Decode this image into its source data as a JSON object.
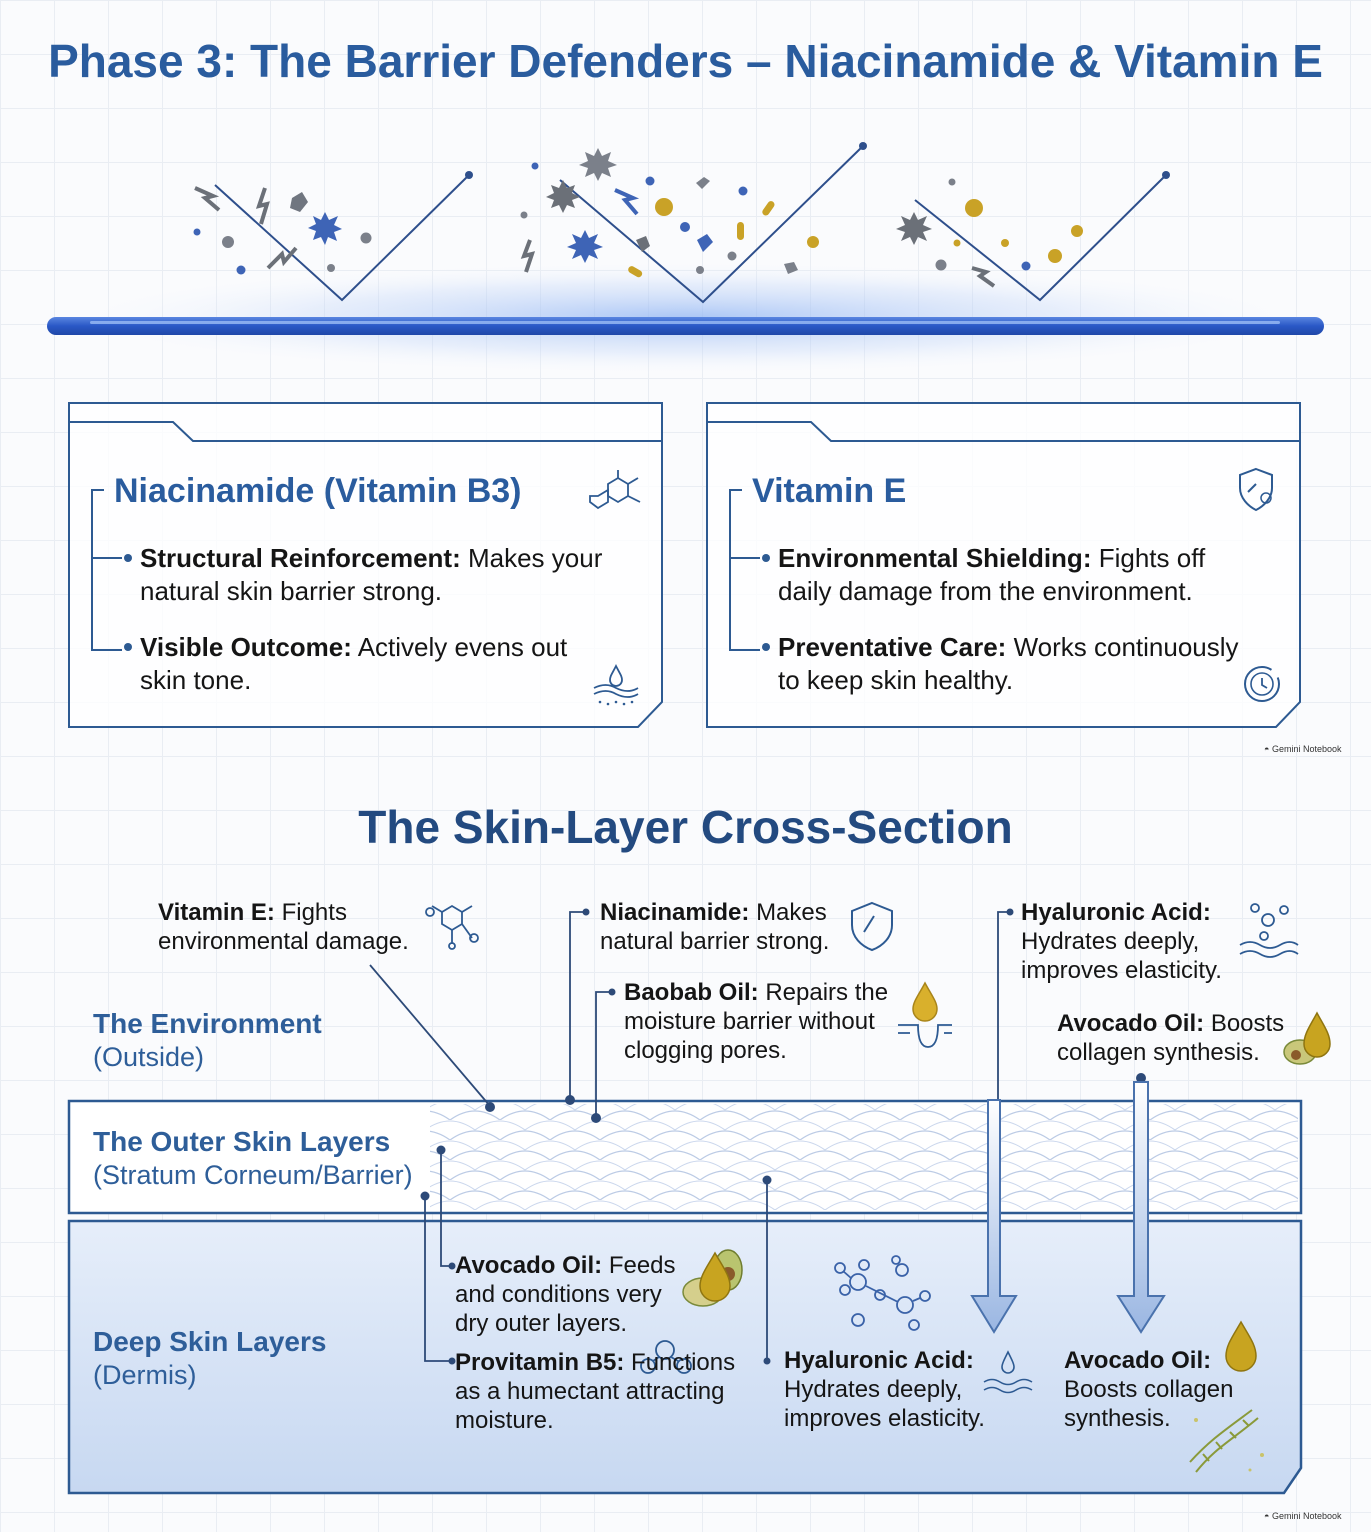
{
  "header": {
    "title": "Phase 3: The Barrier Defenders – Niacinamide & Vitamin E"
  },
  "cards": [
    {
      "heading": "Niacinamide (Vitamin B3)",
      "icon": "molecule-icon",
      "points": [
        {
          "label": "Structural Reinforcement:",
          "text": "Makes your natural skin barrier strong."
        },
        {
          "label": "Visible Outcome:",
          "text": "Actively evens out skin tone."
        }
      ],
      "footer_icon": "skin-droplet-icon"
    },
    {
      "heading": "Vitamin E",
      "icon": "shield-icon",
      "points": [
        {
          "label": "Environmental Shielding:",
          "text": "Fights off daily damage from the environment."
        },
        {
          "label": "Preventative Care:",
          "text": "Works continuously to keep skin healthy."
        }
      ],
      "footer_icon": "clock-icon"
    }
  ],
  "watermark": "Gemini Notebook",
  "cross_section": {
    "title": "The Skin-Layer Cross-Section",
    "layers": [
      {
        "title": "The Environment",
        "subtitle": "(Outside)"
      },
      {
        "title": "The Outer Skin Layers",
        "subtitle": "(Stratum Corneum/Barrier)"
      },
      {
        "title": "Deep Skin Layers",
        "subtitle": "(Dermis)"
      }
    ],
    "annotations": {
      "vitamin_e": {
        "label": "Vitamin E:",
        "text": "Fights environmental damage."
      },
      "niacinamide": {
        "label": "Niacinamide:",
        "text": "Makes natural barrier strong."
      },
      "baobab": {
        "label": "Baobab Oil:",
        "text": "Repairs the moisture barrier without clogging pores."
      },
      "hyaluronic_top": {
        "label": "Hyaluronic Acid:",
        "text": "Hydrates deeply, improves elasticity."
      },
      "avocado_top": {
        "label": "Avocado Oil:",
        "text": "Boosts collagen synthesis."
      },
      "avocado_feed": {
        "label": "Avocado Oil:",
        "text": "Feeds and conditions very dry outer layers."
      },
      "provitamin": {
        "label": "Provitamin B5:",
        "text": "Functions as a humectant attracting moisture."
      },
      "hyaluronic_deep": {
        "label": "Hyaluronic Acid:",
        "text": "Hydrates deeply, improves elasticity."
      },
      "avocado_deep": {
        "label": "Avocado Oil:",
        "text": "Boosts collagen synthesis."
      }
    }
  },
  "colors": {
    "primary": "#2a5c9e",
    "barrier": "#2f5fc4",
    "gold": "#c9a227"
  }
}
